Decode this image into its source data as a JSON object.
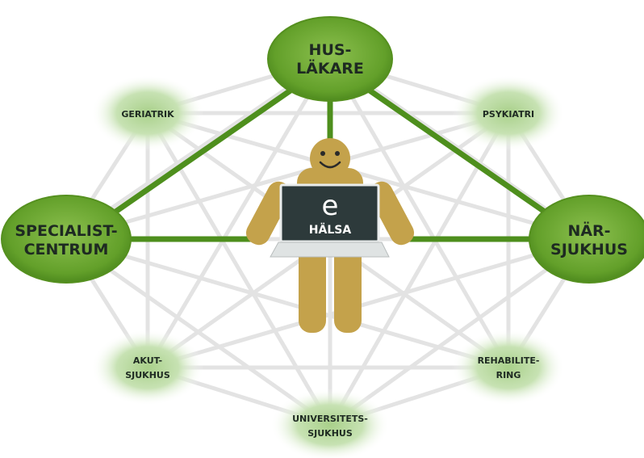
{
  "nodes": {
    "huslakare": {
      "line1": "HUS-",
      "line2": "LÄKARE"
    },
    "geriatrik": {
      "line1": "GERIATRIK"
    },
    "psykiatri": {
      "line1": "PSYKIATRI"
    },
    "specialistcentrum": {
      "line1": "SPECIALIST-",
      "line2": "CENTRUM"
    },
    "narsjukhus": {
      "line1": "NÄR-",
      "line2": "SJUKHUS"
    },
    "akutsjukhus": {
      "line1": "AKUT-",
      "line2": "SJUKHUS"
    },
    "rehabilitering": {
      "line1": "REHABILITE-",
      "line2": "RING"
    },
    "universitetssjukhus": {
      "line1": "UNIVERSITETS-",
      "line2": "SJUKHUS"
    }
  },
  "laptop": {
    "logo_letter": "e",
    "logo_word": "HÄLSA"
  },
  "colors": {
    "node_green": "#6aa42c",
    "node_dark_green": "#4f8a1e",
    "link_green": "#4e8f1d",
    "mesh_gray": "#e3e3e3",
    "person_gold": "#c4a24b",
    "screen_dark": "#2d3a3b"
  },
  "icons": {
    "person": "smiley-person-icon",
    "laptop": "laptop-icon"
  }
}
